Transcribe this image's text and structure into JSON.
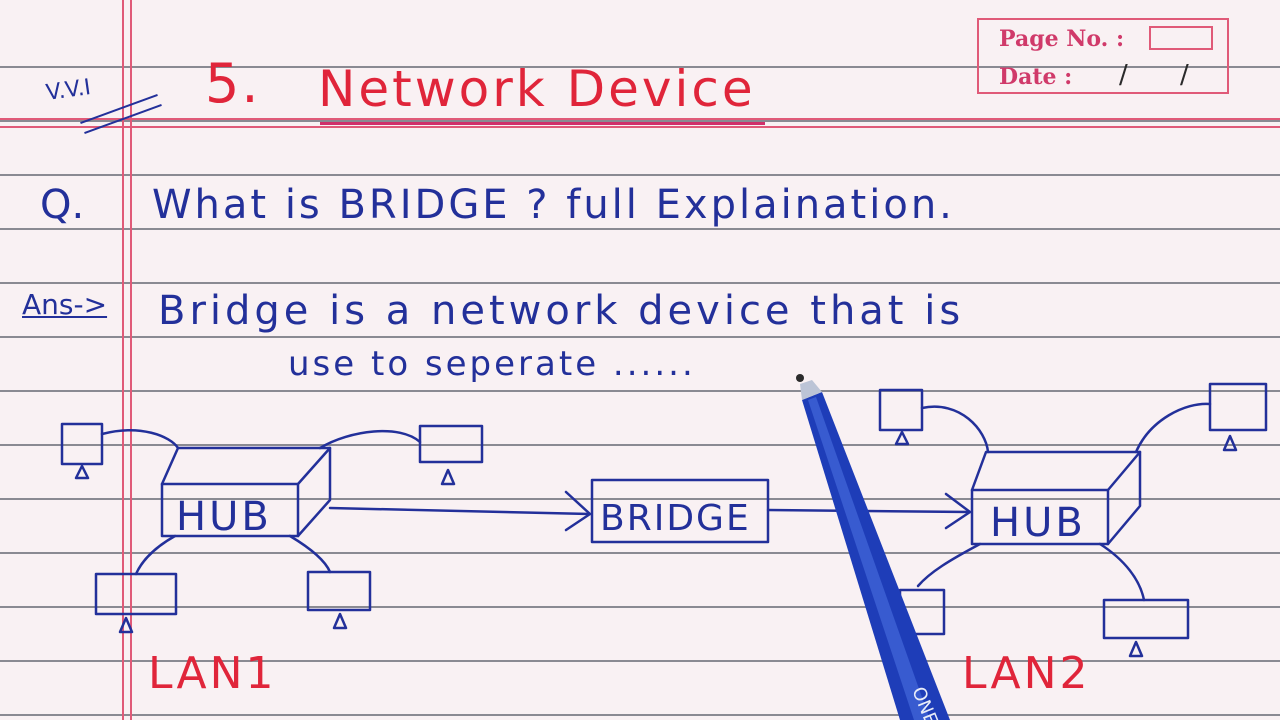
{
  "header": {
    "tag": "V.V.I",
    "title_number": "5.",
    "title": "Network Device"
  },
  "page_box": {
    "page_label": "Page No. :",
    "date_label": "Date :",
    "date_value": "/ /"
  },
  "question": {
    "label": "Q.",
    "text": "What is BRIDGE ? full Explaination."
  },
  "answer": {
    "label": "Ans->",
    "line1": "Bridge is a network device that is",
    "line2": "use to seperate ......"
  },
  "diagram": {
    "hub_left_label": "HUB",
    "bridge_label": "BRIDGE",
    "hub_right_label": "HUB",
    "lan1_label": "LAN1",
    "lan2_label": "LAN2"
  },
  "colors": {
    "ink_blue": "#23309a",
    "ink_red": "#e0253a",
    "margin_pink": "#e05a78",
    "paper": "#f9f1f3"
  },
  "pen": {
    "brand_text": "ONE"
  }
}
